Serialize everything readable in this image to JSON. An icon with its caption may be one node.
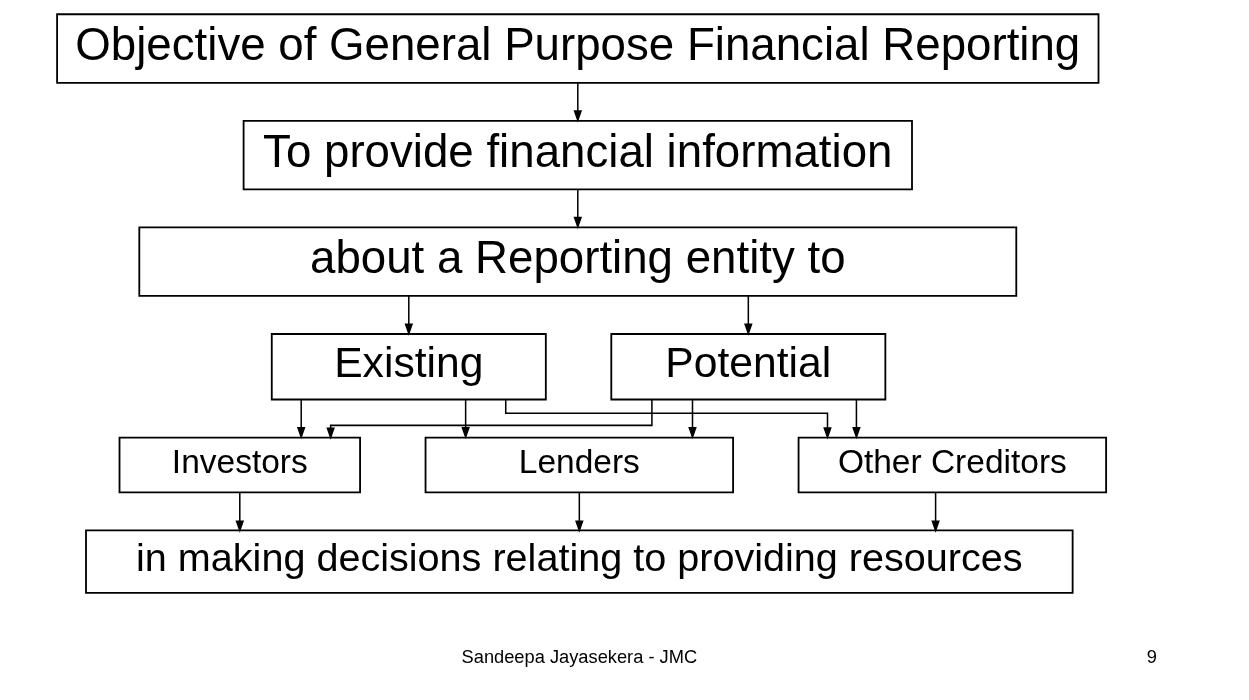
{
  "diagram": {
    "nodes": [
      {
        "text": [
          "Objective of General Purpose Financial Reporting"
        ]
      },
      {
        "text": [
          "To provide financial information"
        ]
      },
      {
        "text": [
          "about a Reporting entity to"
        ]
      },
      {
        "text": [
          "Existing"
        ]
      },
      {
        "text": [
          "Potential"
        ]
      },
      {
        "text": [
          "Investors"
        ]
      },
      {
        "text": [
          "Lenders"
        ]
      },
      {
        "text": [
          "Other Creditors"
        ]
      },
      {
        "text": [
          "in making decisions relating to providing resources"
        ]
      }
    ],
    "edges": [
      {
        "from": 0,
        "to": 1,
        "arrow": "to"
      },
      {
        "from": 1,
        "to": 2,
        "arrow": "to"
      },
      {
        "from": 2,
        "to": 3,
        "arrow": "to"
      },
      {
        "from": 2,
        "to": 4,
        "arrow": "to"
      },
      {
        "from": 3,
        "to": 5,
        "arrow": "to"
      },
      {
        "from": 3,
        "to": 6,
        "arrow": "to"
      },
      {
        "from": 3,
        "to": 7,
        "arrow": "to"
      },
      {
        "from": 4,
        "to": 5,
        "arrow": "to"
      },
      {
        "from": 4,
        "to": 6,
        "arrow": "to"
      },
      {
        "from": 4,
        "to": 7,
        "arrow": "to"
      },
      {
        "from": 5,
        "to": 8,
        "arrow": "to"
      },
      {
        "from": 6,
        "to": 8,
        "arrow": "to"
      },
      {
        "from": 7,
        "to": 8,
        "arrow": "to"
      }
    ],
    "labels": [
      "Sandeepa Jayasekera - JMC",
      "9"
    ]
  }
}
